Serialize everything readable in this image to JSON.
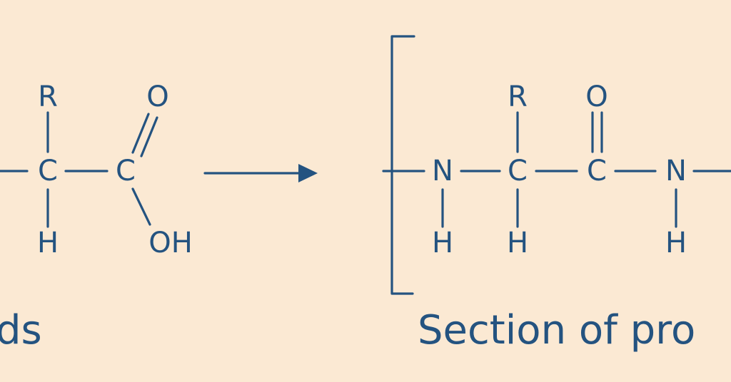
{
  "amino_acid": {
    "alpha_carbon": "C",
    "side_chain": "R",
    "alpha_hydrogen": "H",
    "carboxyl_carbon": "C",
    "carbonyl_oxygen": "O",
    "hydroxyl": "OH",
    "caption_fragment": "ds"
  },
  "protein_section": {
    "nitrogen_1": "N",
    "hydrogen_n1": "H",
    "alpha_carbon": "C",
    "side_chain": "R",
    "alpha_hydrogen": "H",
    "carbonyl_carbon": "C",
    "carbonyl_oxygen": "O",
    "nitrogen_2": "N",
    "hydrogen_n2": "H",
    "caption_fragment": "Section of pro"
  },
  "colors": {
    "ink": "#245380",
    "background": "#fbe9d3"
  }
}
